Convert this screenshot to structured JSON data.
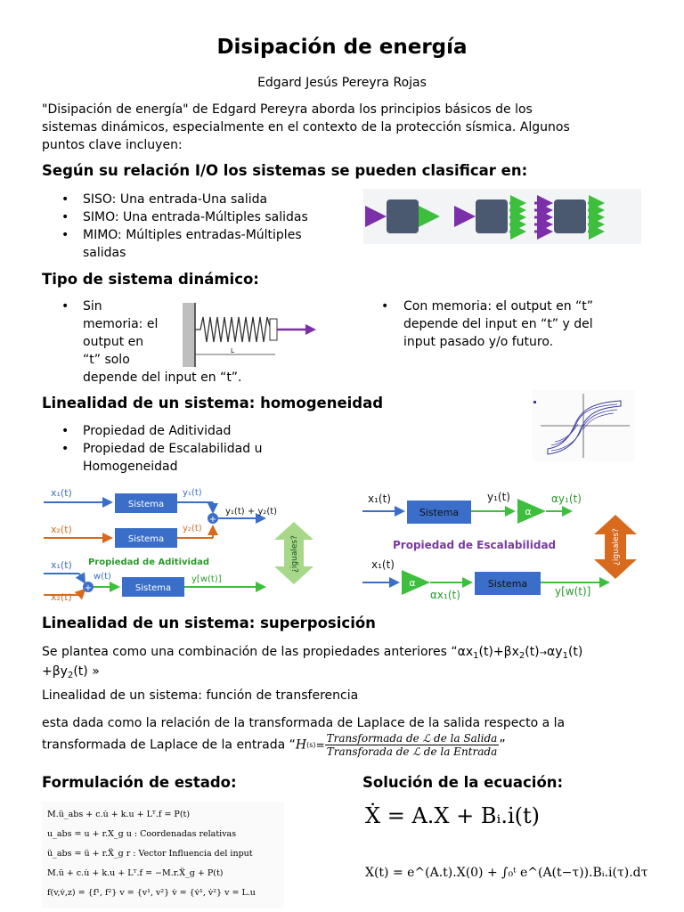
{
  "title": "Disipación de energía",
  "author": "Edgard Jesús Pereyra Rojas",
  "intro": {
    "line1": "\"Disipación de energía\" de Edgard Pereyra aborda los principios básicos de los",
    "line2": "sistemas dinámicos, especialmente en el contexto de la protección sísmica. Algunos",
    "line3": "puntos clave incluyen:"
  },
  "section_io": {
    "heading": "Según su relación I/O los sistemas se pueden clasificar en:",
    "items": [
      {
        "text": "SISO: Una entrada-Una salida"
      },
      {
        "text": "SIMO: Una entrada-Múltiples salidas"
      },
      {
        "line1": "MIMO: Múltiples entradas-Múltiples",
        "line2": "salidas"
      }
    ]
  },
  "section_tipo": {
    "heading": "Tipo de sistema dinámico:",
    "left_lines": [
      "Sin",
      "memoria: el",
      "output en",
      "“t” solo",
      "depende del input en “t”."
    ],
    "right_lines": [
      "Con memoria: el output en “t”",
      "depende del input en “t” y del",
      "input pasado y/o futuro."
    ],
    "spring_label": "L"
  },
  "section_homog": {
    "heading": "Linealidad de un sistema: homogeneidad",
    "items": [
      {
        "text": "Propiedad de Aditividad"
      },
      {
        "line1": "Propiedad de Escalabilidad u",
        "line2": "Homogeneidad"
      }
    ]
  },
  "diagram_additive": {
    "x1": "x₁(t)",
    "x2": "x₂(t)",
    "x1b": "x₁(t)",
    "x2b": "x₂(t)",
    "y1": "y₁(t)",
    "y2": "y₂(t)",
    "ysum": "y₁(t) + y₂(t)",
    "w": "w(t)",
    "yw": "y[w(t)]",
    "box": "Sistema",
    "label": "Propiedad de Aditividad",
    "question": "¿iguales?"
  },
  "diagram_scal": {
    "x1": "x₁(t)",
    "y1": "y₁(t)",
    "ay1": "αy₁(t)",
    "ax1": "αx₁(t)",
    "alpha": "α",
    "box": "Sistema",
    "label": "Propiedad de Escalabilidad",
    "question": "¿iguales?",
    "yw": "y[w(t)]"
  },
  "section_superpos": {
    "heading": "Linealidad de un sistema: superposición",
    "line1_a": "Se plantea como una combinación de las propiedades anteriores “αx",
    "line1_b": "(t)+βx",
    "line1_c": "(t)",
    "line1_d": "αy",
    "line1_e": "(t)",
    "line2_a": "+βy",
    "line2_b": "(t) »",
    "sub1": "1",
    "sub2": "2",
    "arrow": "→",
    "transfer_title": "Linealidad de un sistema: función de transferencia",
    "transfer_line1": "esta dada como la relación de la transformada de Laplace de la salida respecto a la",
    "transfer_line2_a": "transformada de Laplace de la entrada “",
    "transfer_line2_b": "”",
    "formula_h": "H",
    "formula_s": "(s)",
    "formula_eq": "=",
    "formula_num": "Transformada de ℒ de la Salida",
    "formula_den": "Transforada de ℒ de la Entrada"
  },
  "section_state": {
    "heading_left": "Formulación de estado:",
    "heading_right": "Solución de la ecuación:",
    "eq_lines": [
      "M.ü_abs + c.u̇ + k.u + Lᵀ.f = P(t)",
      "u_abs = u + r.X_g    u : Coordenadas relativas",
      "ü_abs = ü + r.Ẍ_g    r : Vector Influencia del input",
      "M.ü + c.u̇ + k.u + Lᵀ.f = −M.r.Ẍ_g + P(t)",
      "f(v,v̇,z) = {f¹, f²}    v = {v¹, v²}    v̇ = {v̇¹, v̇²}    v = L.u"
    ],
    "solution1": "Ẋ = A.X + Bᵢ.i(t)",
    "solution2": "X(t) = e^(A.t).X(0) + ∫₀ᵗ e^(A(t−τ)).Bᵢ.i(τ).dτ"
  },
  "colors": {
    "box_dark": "#4a5870",
    "box_blue": "#3a6ec8",
    "arrow_purple": "#7b2fa8",
    "arrow_green": "#3dbf3d",
    "orange": "#d86a1e",
    "green_label": "#2a9a2a",
    "purple_label": "#7a3aa0"
  }
}
